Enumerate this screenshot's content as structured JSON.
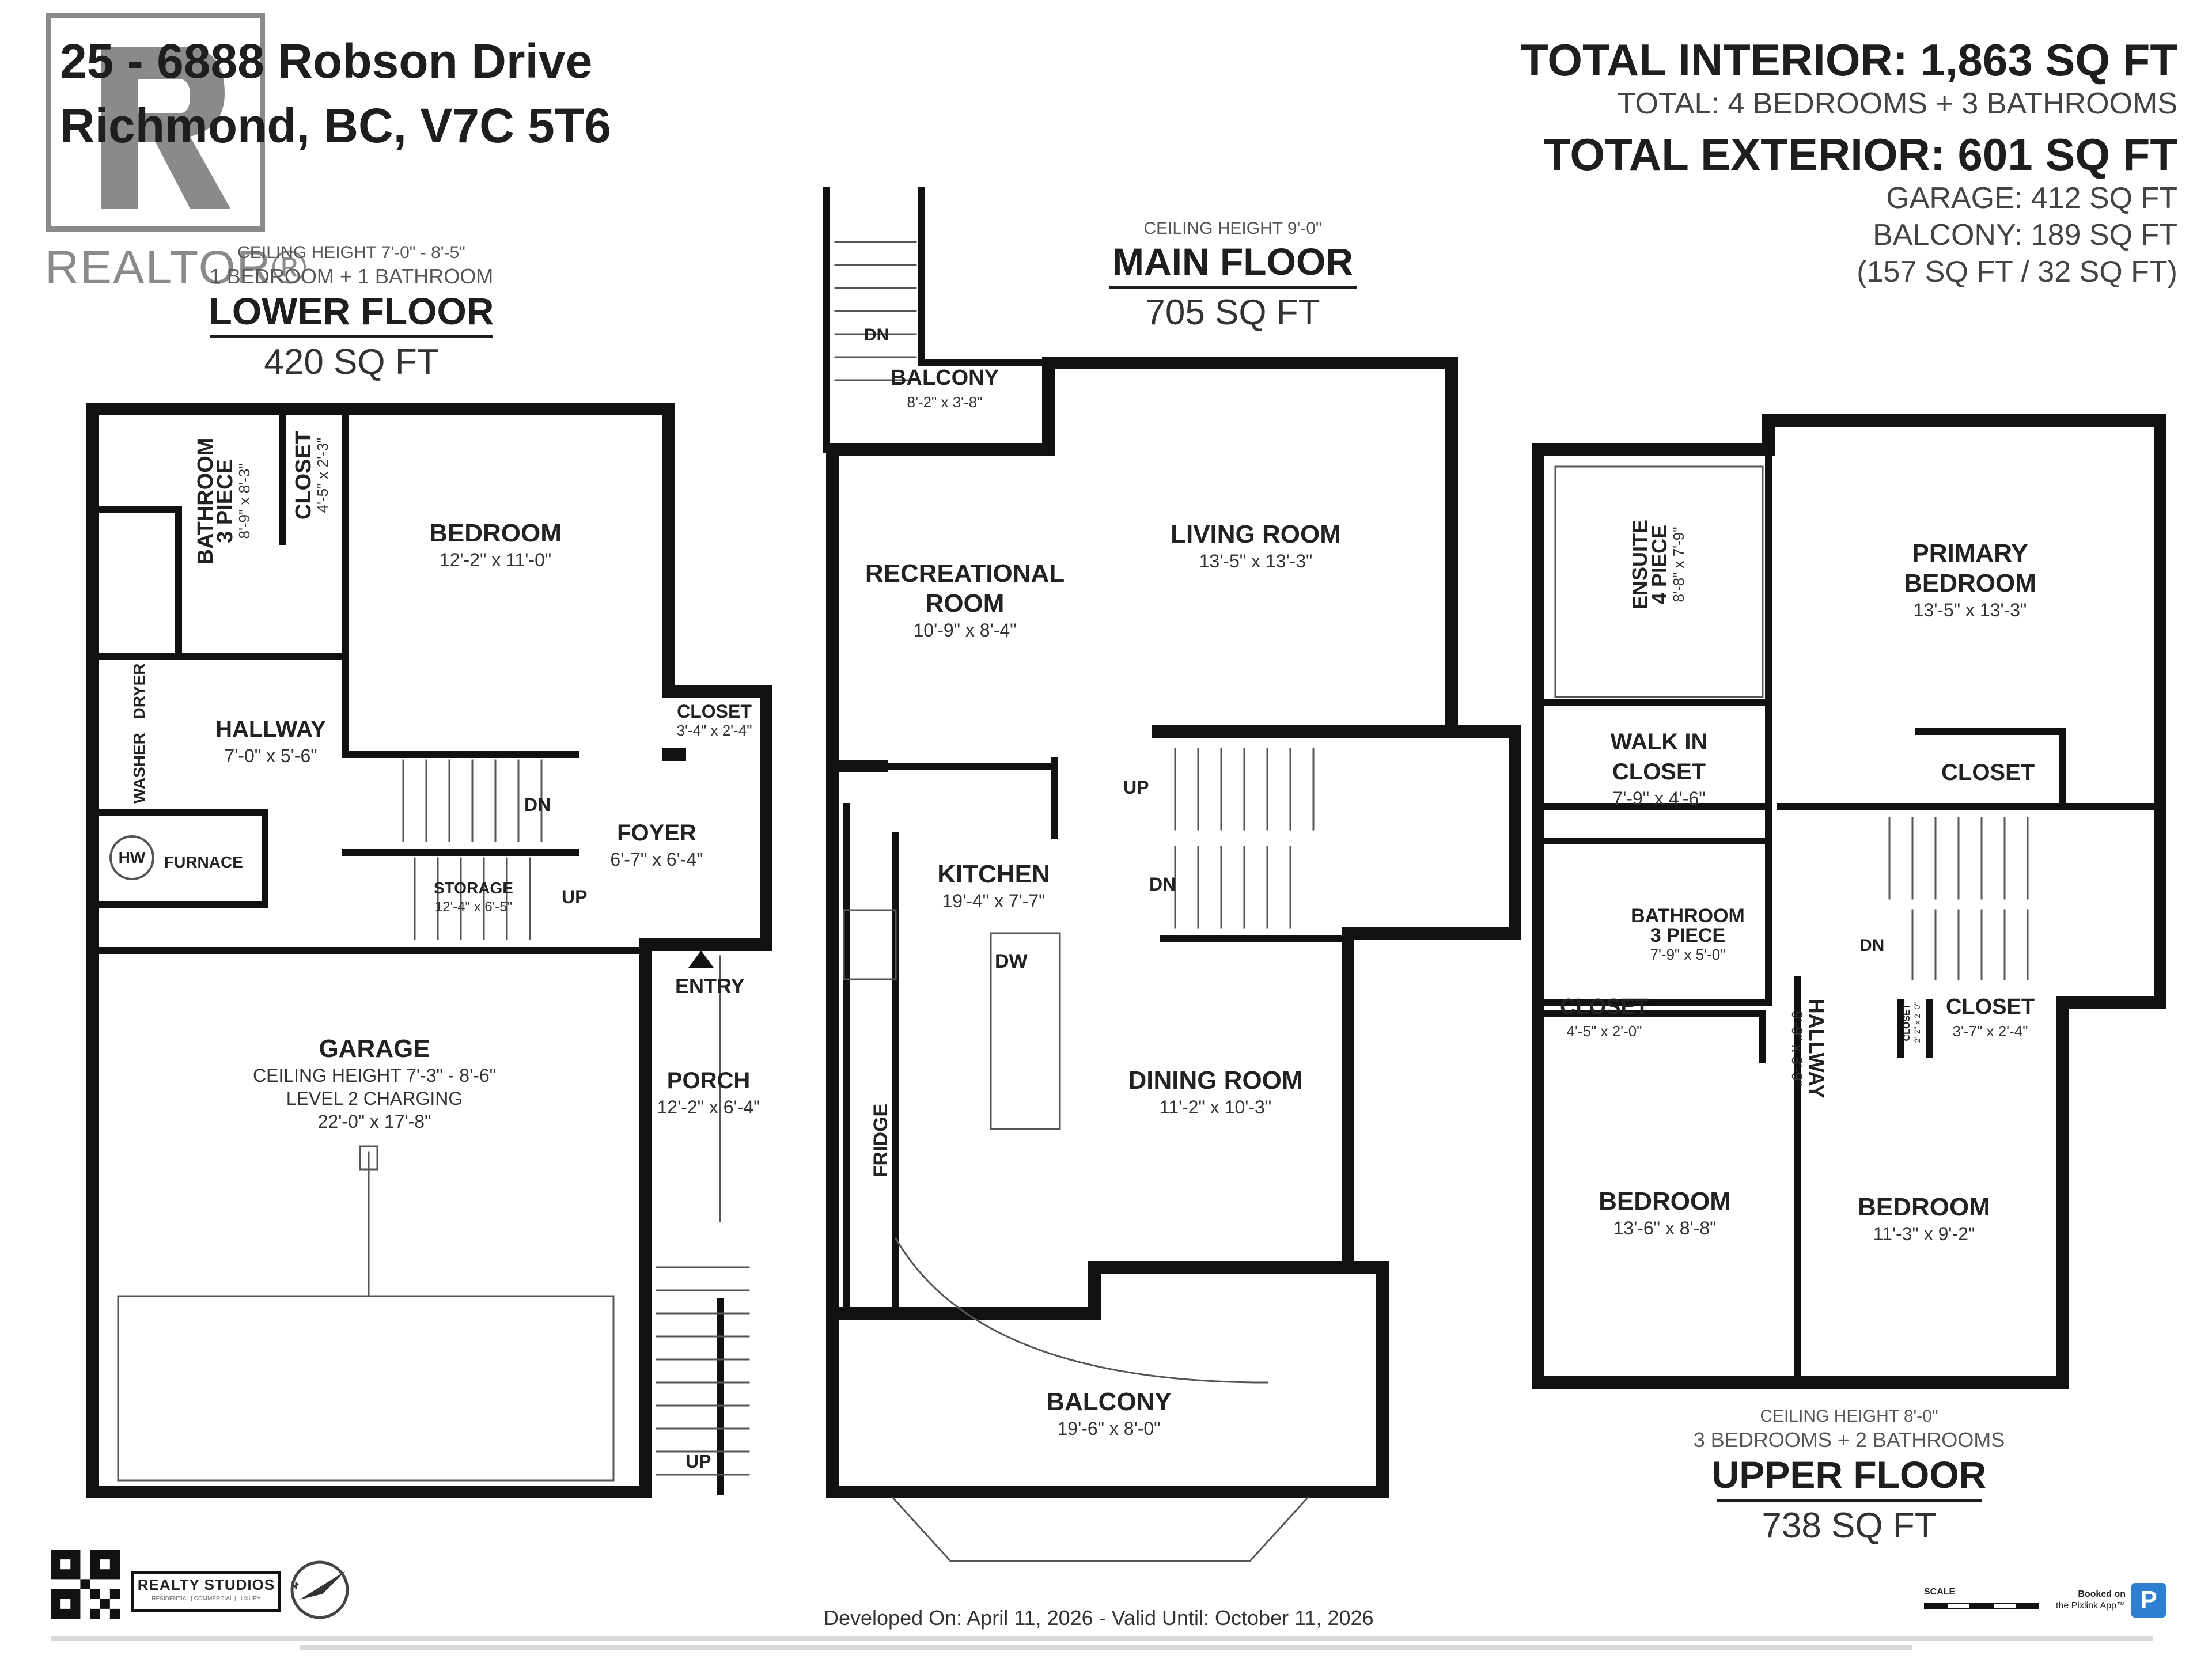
{
  "address": {
    "line1": "25 -  6888 Robson Drive",
    "line2": "Richmond, BC, V7C 5T6"
  },
  "realtor_logo_text": "REALTOR®",
  "totals": {
    "interior": "TOTAL INTERIOR: 1,863 SQ FT",
    "rooms": "TOTAL: 4 BEDROOMS  + 3 BATHROOMS",
    "exterior": "TOTAL EXTERIOR: 601 SQ FT",
    "garage": "GARAGE: 412 SQ FT",
    "balcony": "BALCONY: 189 SQ FT",
    "balcony_split": "(157 SQ FT / 32 SQ FT)"
  },
  "floors": {
    "lower": {
      "ceiling": "CEILING HEIGHT 7'-0\" - 8'-5\"",
      "counts": "1 BEDROOM + 1 BATHROOM",
      "title": "LOWER FLOOR",
      "area": "420 SQ FT"
    },
    "main": {
      "ceiling": "CEILING HEIGHT 9'-0\"",
      "title": "MAIN FLOOR",
      "area": "705 SQ FT"
    },
    "upper": {
      "ceiling": "CEILING HEIGHT 8'-0\"",
      "counts": "3 BEDROOMS + 2 BATHROOMS",
      "title": "UPPER FLOOR",
      "area": "738 SQ FT"
    }
  },
  "rooms": {
    "lower_bedroom": {
      "name": "BEDROOM",
      "dim": "12'-2\" x 11'-0\""
    },
    "lower_bath_a": "BATHROOM",
    "lower_bath_b": "3 PIECE",
    "lower_bath_dim": "8'-9\" x 8'-3\"",
    "lower_closet": "CLOSET",
    "lower_closet_dim": "4'-5\" x 2'-3\"",
    "lower_hallway": {
      "name": "HALLWAY",
      "dim": "7'-0\" x 5'-6\""
    },
    "dryer": "DRYER",
    "washer": "WASHER",
    "hw": "HW",
    "furnace": "FURNACE",
    "lower_closet2": {
      "name": "CLOSET",
      "dim": "3'-4\" x 2'-4\""
    },
    "foyer": {
      "name": "FOYER",
      "dim": "6'-7\" x 6'-4\""
    },
    "storage": {
      "name": "STORAGE",
      "dim": "12'-4\" x 6'-5\""
    },
    "entry": "ENTRY",
    "porch": {
      "name": "PORCH",
      "dim": "12'-2\" x 6'-4\""
    },
    "garage": {
      "name": "GARAGE",
      "l1": "CEILING HEIGHT 7'-3\" - 8'-6\"",
      "l2": "LEVEL 2 CHARGING",
      "dim": "22'-0\" x 17'-8\""
    },
    "main_balcony_top": {
      "name": "BALCONY",
      "dim": "8'-2\" x 3'-8\""
    },
    "rec_room": {
      "l1": "RECREATIONAL",
      "l2": "ROOM",
      "dim": "10'-9\" x 8'-4\""
    },
    "living_room": {
      "name": "LIVING ROOM",
      "dim": "13'-5\" x 13'-3\""
    },
    "kitchen": {
      "name": "KITCHEN",
      "dim": "19'-4\" x 7'-7\""
    },
    "dw": "DW",
    "fridge": "FRIDGE",
    "dining_room": {
      "name": "DINING ROOM",
      "dim": "11'-2\" x 10'-3\""
    },
    "main_balcony": {
      "name": "BALCONY",
      "dim": "19'-6\" x 8'-0\""
    },
    "ensuite_a": "ENSUITE",
    "ensuite_b": "4 PIECE",
    "ensuite_dim": "8'-8\" x 7'-9\"",
    "primary": {
      "l1": "PRIMARY",
      "l2": "BEDROOM",
      "dim": "13'-5\" x 13'-3\""
    },
    "walkin": {
      "l1": "WALK IN",
      "l2": "CLOSET",
      "dim": "7'-9\" x 4'-6\""
    },
    "upper_closet_a": "CLOSET",
    "upper_bath": {
      "l1": "BATHROOM",
      "l2": "3 PIECE",
      "dim": "7'-9\" x 5'-0\""
    },
    "upper_hallway": "HALLWAY",
    "upper_hallway_dim": "9'-9\" x 3'-9\"",
    "upper_closet_b": {
      "name": "CLOSET",
      "dim": "4'-5\" x 2'-0\""
    },
    "upper_closet_c": "CLOSET",
    "upper_closet_c_dim": "2'-2\" x 2'-0\"",
    "upper_closet_d": {
      "name": "CLOSET",
      "dim": "3'-7\" x 2'-4\""
    },
    "upper_bedroom1": {
      "name": "BEDROOM",
      "dim": "13'-6\" x 8'-8\""
    },
    "upper_bedroom2": {
      "name": "BEDROOM",
      "dim": "11'-3\" x 9'-2\""
    }
  },
  "stairs": {
    "dn": "DN",
    "up": "UP"
  },
  "footer": {
    "developed": "Developed On: April 11, 2026 - Valid Until: October 11, 2026",
    "realty_studios": "REALTY STUDIOS",
    "realty_sub": "RESIDENTIAL | COMMERCIAL | LUXURY",
    "scale": "SCALE",
    "booked": "Booked on",
    "pixlink": "the Pixlink App™",
    "p": "P"
  },
  "colors": {
    "wall": "#111111",
    "text": "#222222",
    "logo_gray": "#8a8a8a",
    "badge_blue": "#2f7fd1"
  }
}
